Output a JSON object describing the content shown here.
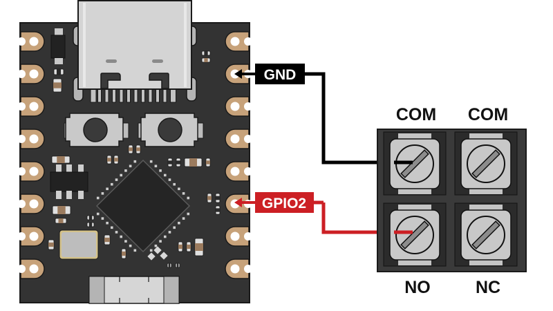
{
  "diagram": {
    "title": "ESP32-C3 board to relay terminal block wiring",
    "board": {
      "name": "microcontroller-board",
      "pcb_color": "#333333",
      "pad_color": "#c7a27a",
      "left_pin_count": 8,
      "right_pin_count": 8
    },
    "pin_labels": [
      {
        "id": "gnd",
        "text": "GND",
        "color": "#000000",
        "text_color": "#ffffff",
        "board_pin_index": 1
      },
      {
        "id": "gpio2",
        "text": "GPIO2",
        "color": "#cc1f24",
        "text_color": "#ffffff",
        "board_pin_index": 5
      }
    ],
    "terminal_block": {
      "top_labels": [
        "COM",
        "COM"
      ],
      "bottom_labels": [
        "NO",
        "NC"
      ],
      "body_color": "#3a3a3a"
    },
    "wires": [
      {
        "from": "GND",
        "to": "COM (left)",
        "color": "#000000"
      },
      {
        "from": "GPIO2",
        "to": "NO",
        "color": "#cc1f24"
      }
    ]
  }
}
